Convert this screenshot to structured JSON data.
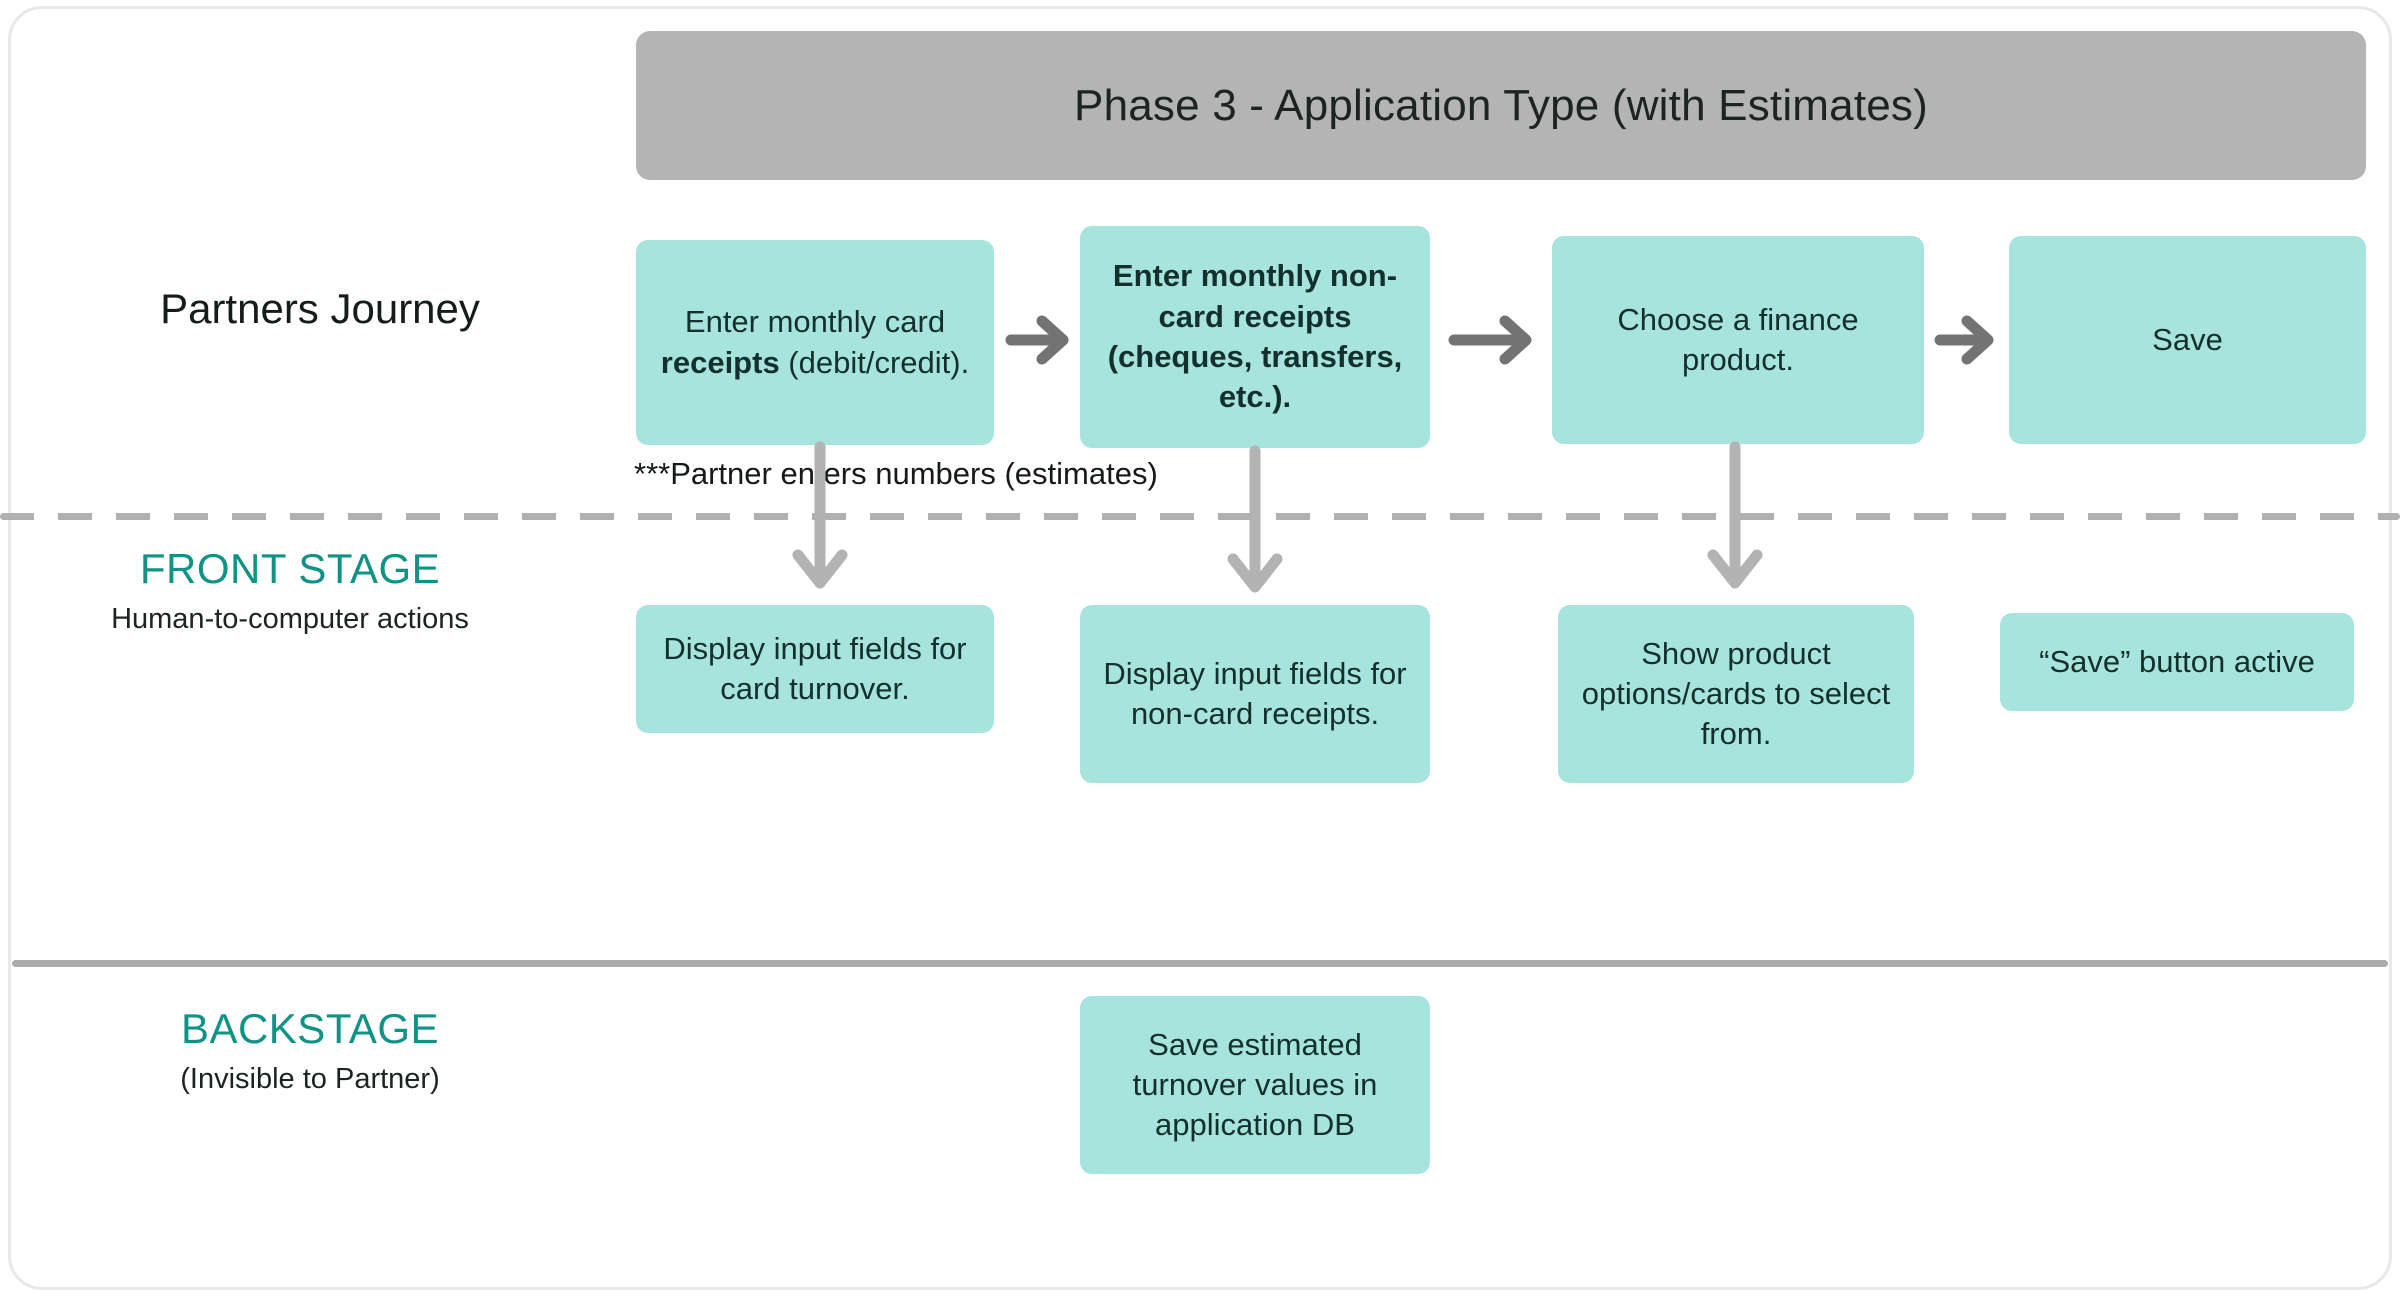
{
  "banner": {
    "title": "Phase 3 - Application Type (with Estimates)",
    "color": "#b4b4b4"
  },
  "colors": {
    "box_teal": "#a7e4dd",
    "stage_label_teal": "#0f9384",
    "horizontal_arrow": "#737373",
    "vertical_arrow": "#b3b3b3",
    "dashed_line": "#b0b0b0",
    "solid_line": "#ababab",
    "text_dark": "#14302e"
  },
  "rows": {
    "journey": {
      "label": "Partners Journey",
      "note": "***Partner enters numbers (estimates)",
      "steps": [
        {
          "id": "enter-card-receipts",
          "text_parts": [
            {
              "text": "Enter monthly card ",
              "bold": false
            },
            {
              "text": "receipts",
              "bold": true
            },
            {
              "text": "  (debit/credit).",
              "bold": false
            }
          ],
          "plain": "Enter monthly card receipts (debit/credit)."
        },
        {
          "id": "enter-non-card-receipts",
          "bold": true,
          "plain": "Enter monthly non-card receipts (cheques, transfers, etc.)."
        },
        {
          "id": "choose-finance-product",
          "bold": false,
          "plain": "Choose a finance product."
        },
        {
          "id": "save",
          "bold": false,
          "plain": "Save"
        }
      ]
    },
    "front_stage": {
      "label": "FRONT STAGE",
      "sublabel": "Human-to-computer actions",
      "steps": [
        {
          "id": "display-card-fields",
          "plain": "Display input fields for card turnover."
        },
        {
          "id": "display-non-card-fields",
          "plain": "Display input fields for non-card receipts."
        },
        {
          "id": "show-product-options",
          "plain": "Show product options/cards to select from."
        },
        {
          "id": "save-button-active",
          "plain": "“Save” button active"
        }
      ]
    },
    "backstage": {
      "label": "BACKSTAGE",
      "sublabel": "(Invisible to Partner)",
      "steps": [
        {
          "id": "save-estimated-turnover",
          "plain": "Save estimated turnover values in application DB"
        }
      ]
    }
  }
}
